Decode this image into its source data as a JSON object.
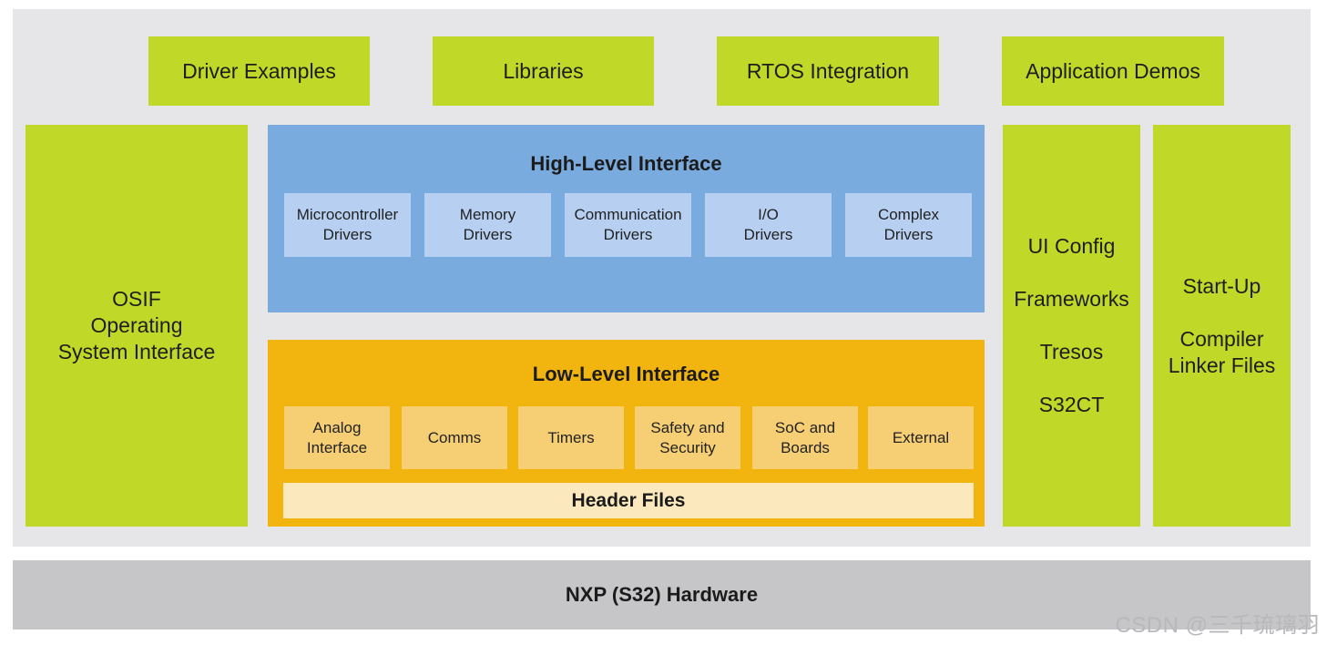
{
  "top_row": [
    {
      "label": "Driver Examples"
    },
    {
      "label": "Libraries"
    },
    {
      "label": "RTOS Integration"
    },
    {
      "label": "Application Demos"
    }
  ],
  "osif": {
    "lines": [
      "OSIF",
      "Operating",
      "System Interface"
    ]
  },
  "high_level": {
    "title": "High-Level Interface",
    "items": [
      {
        "line1": "Microcontroller",
        "line2": "Drivers"
      },
      {
        "line1": "Memory",
        "line2": "Drivers"
      },
      {
        "line1": "Communication",
        "line2": "Drivers"
      },
      {
        "line1": "I/O",
        "line2": "Drivers"
      },
      {
        "line1": "Complex",
        "line2": "Drivers"
      }
    ]
  },
  "low_level": {
    "title": "Low-Level Interface",
    "items": [
      {
        "line1": "Analog",
        "line2": "Interface"
      },
      {
        "line1": "Comms",
        "line2": ""
      },
      {
        "line1": "Timers",
        "line2": ""
      },
      {
        "line1": "Safety and",
        "line2": "Security"
      },
      {
        "line1": "SoC and",
        "line2": "Boards"
      },
      {
        "line1": "External",
        "line2": ""
      }
    ],
    "header_files": "Header Files"
  },
  "ui_config": {
    "lines": [
      "UI Config",
      "Frameworks",
      "Tresos",
      "S32CT"
    ]
  },
  "startup": {
    "lines": [
      "Start-Up",
      "Compiler",
      "Linker Files"
    ]
  },
  "hardware": {
    "label": "NXP (S32) Hardware"
  },
  "watermark": "CSDN @三千琉璃羽",
  "colors": {
    "green": "#c0d929",
    "blue": "#7aabdf",
    "blue_light": "#b7d0f1",
    "orange": "#f2b40e",
    "orange_light": "#f6cf75",
    "cream": "#fbe8bd",
    "gray": "#c6c6c8"
  }
}
